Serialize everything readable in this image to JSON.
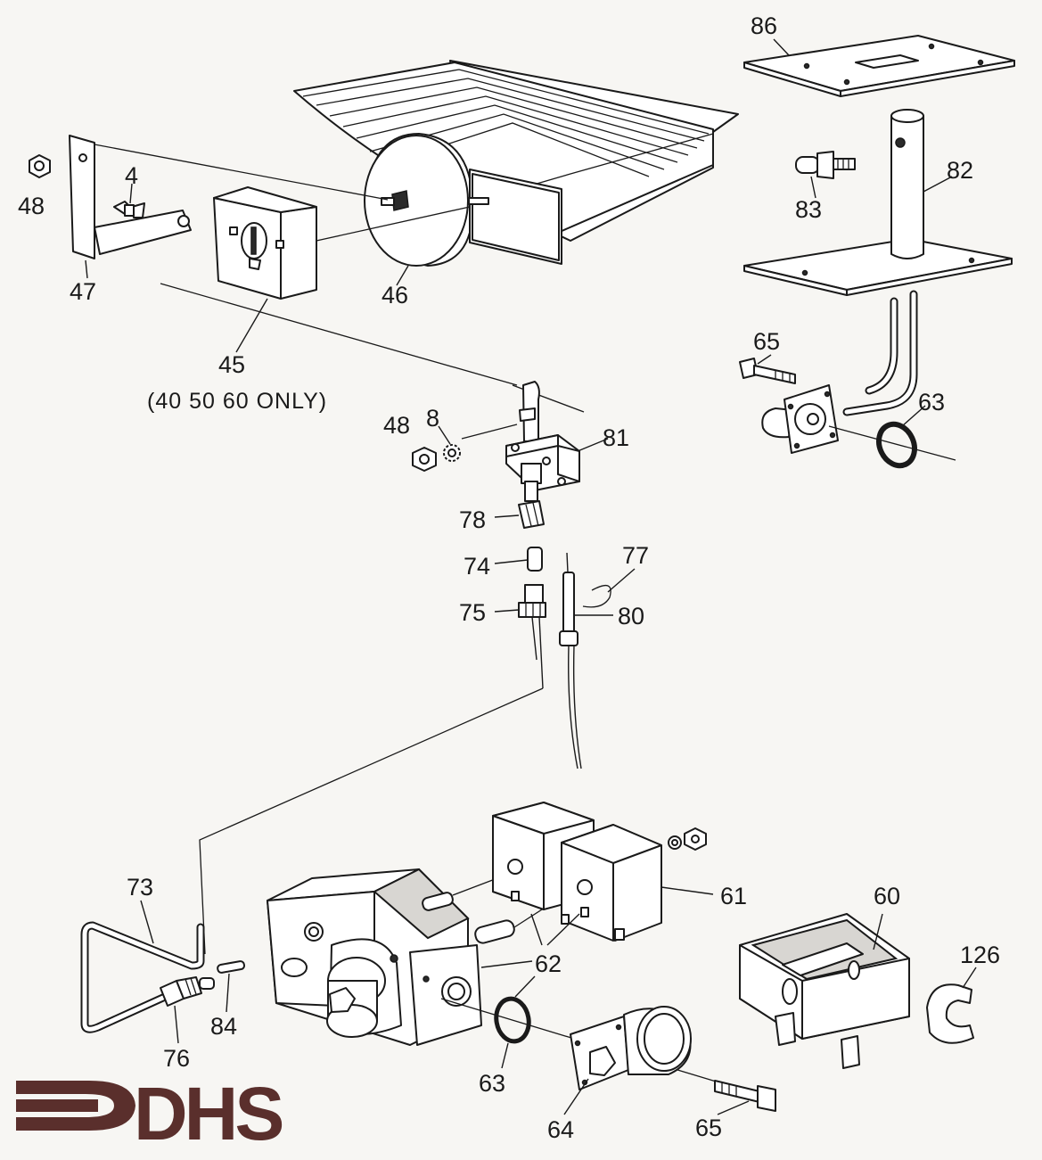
{
  "labels": {
    "p86": "86",
    "p82": "82",
    "p83": "83",
    "p48a": "48",
    "p4": "4",
    "p47": "47",
    "p46": "46",
    "p45": "45",
    "p45_note": "(40 50 60 ONLY)",
    "p48b": "48",
    "p8": "8",
    "p81": "81",
    "p78": "78",
    "p65a": "65",
    "p63a": "63",
    "p74": "74",
    "p75": "75",
    "p77": "77",
    "p80": "80",
    "p73": "73",
    "p76": "76",
    "p84": "84",
    "p61": "61",
    "p60": "60",
    "p62": "62",
    "p126": "126",
    "p63b": "63",
    "p64": "64",
    "p65b": "65"
  },
  "logo": {
    "text": "DHS",
    "color": "#5a2f2c"
  }
}
